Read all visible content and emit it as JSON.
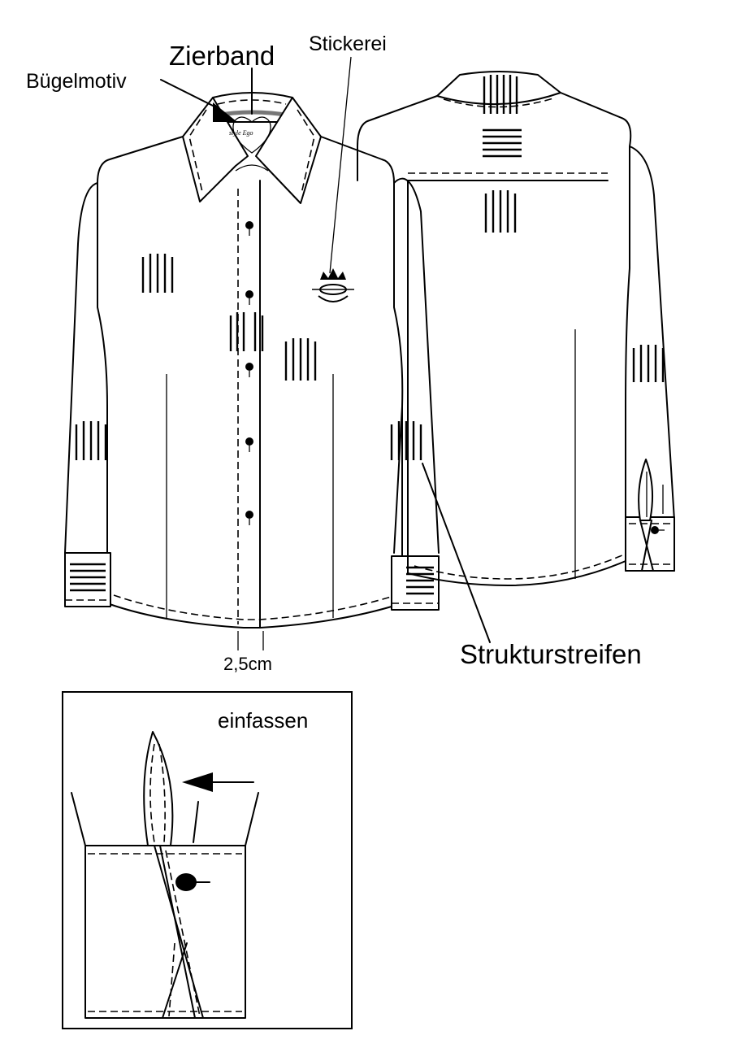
{
  "labels": {
    "zierband": "Zierband",
    "stickerei": "Stickerei",
    "buegelmotiv": "Bügelmotiv",
    "measurement": "2,5cm",
    "strukturstreifen": "Strukturstreifen",
    "einfassen": "einfassen",
    "logo": "style Ego"
  }
}
